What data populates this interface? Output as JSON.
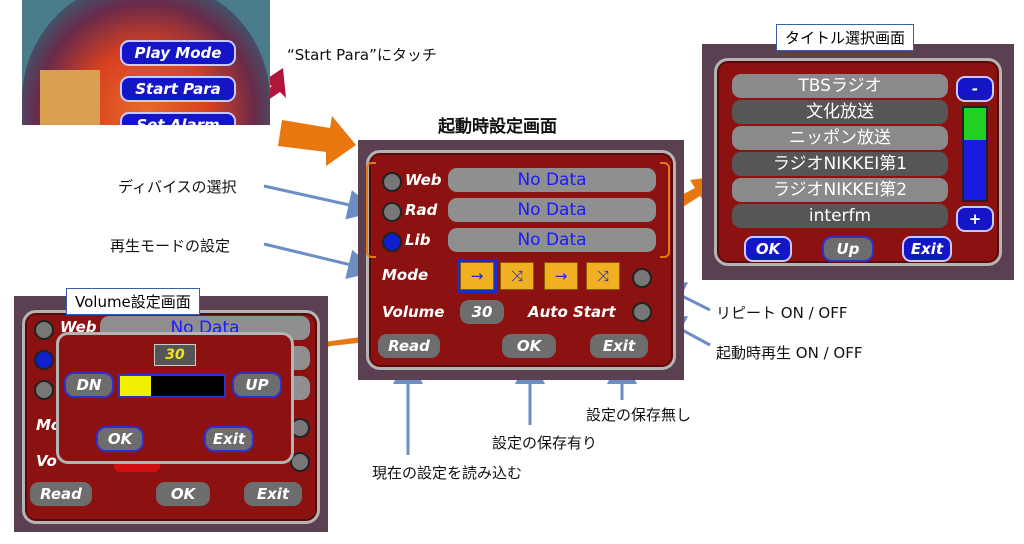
{
  "jukebox": {
    "play_mode": "Play Mode",
    "start_para": "Start Para",
    "set_alarm": "Set Alarm",
    "touch_note": "“Start Para”にタッチ"
  },
  "startup": {
    "title": "起動時設定画面",
    "devices": [
      {
        "label": "Web",
        "value": "No Data",
        "selected": false
      },
      {
        "label": "Rad",
        "value": "No Data",
        "selected": false
      },
      {
        "label": "Lib",
        "value": "No Data",
        "selected": true
      }
    ],
    "mode_label": "Mode",
    "volume_label": "Volume",
    "volume_value": "30",
    "auto_start_label": "Auto Start",
    "read": "Read",
    "ok": "OK",
    "exit": "Exit"
  },
  "title_select": {
    "title": "タイトル選択画面",
    "items": [
      "TBSラジオ",
      "文化放送",
      "ニッポン放送",
      "ラジオNIKKEI第1",
      "ラジオNIKKEI第2",
      "interfm"
    ],
    "minus": "-",
    "plus": "+",
    "ok": "OK",
    "up": "Up",
    "exit": "Exit"
  },
  "volume": {
    "title": "Volume設定画面",
    "value": "30",
    "level": 0.3,
    "dn": "DN",
    "up": "UP",
    "ok": "OK",
    "exit": "Exit",
    "bg_web": "Web",
    "bg_nodata": "No Data",
    "bg_mo": "Mo",
    "bg_vo": "Vo",
    "read": "Read",
    "bg_ok": "OK",
    "bg_exit": "Exit"
  },
  "annotations": {
    "device_select": "ディバイスの選択",
    "play_mode_setting": "再生モードの設定",
    "repeat": "リピート ON / OFF",
    "autoplay": "起動時再生 ON / OFF",
    "no_save": "設定の保存無し",
    "save": "設定の保存有り",
    "read_current": "現在の設定を読み込む"
  }
}
